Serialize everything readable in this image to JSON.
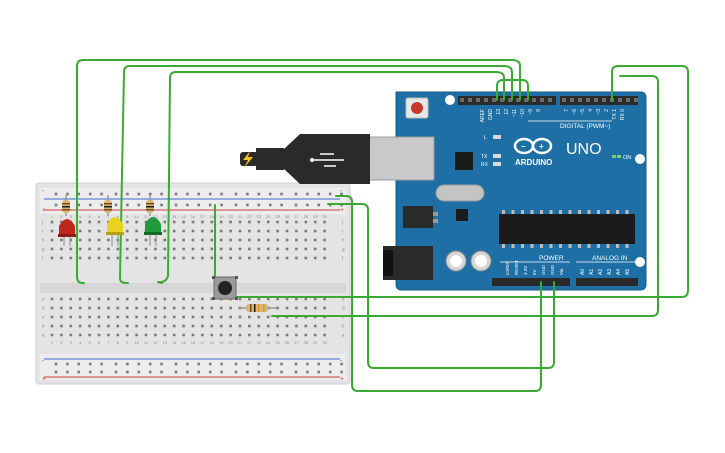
{
  "board": {
    "brand": "ARDUINO",
    "model": "UNO",
    "digital_header_label": "DIGITAL (PWM~)",
    "power_label": "POWER",
    "analog_label": "ANALOG IN",
    "on_label": "ON",
    "tx_label": "TX",
    "rx_label": "RX",
    "l_label": "L",
    "top_pins_left": [
      "AREF",
      "GND",
      "13",
      "12",
      "~11",
      "~10",
      "~9",
      "8"
    ],
    "top_pins_right": [
      "7",
      "~6",
      "~5",
      "4",
      "~3",
      "2",
      "TX 1",
      "RX 0"
    ],
    "power_pins": [
      "IOREF",
      "RESET",
      "3.3V",
      "5V",
      "GND",
      "GND",
      "Vin"
    ],
    "analog_pins": [
      "A0",
      "A1",
      "A2",
      "A3",
      "A4",
      "A5"
    ]
  },
  "breadboard": {
    "column_numbers": [
      "1",
      "2",
      "3",
      "4",
      "5",
      "6",
      "7",
      "8",
      "9",
      "10",
      "11",
      "12",
      "13",
      "14",
      "15",
      "16",
      "17",
      "18",
      "19",
      "20",
      "21",
      "22",
      "23",
      "24",
      "25",
      "26",
      "27",
      "28",
      "29",
      "30"
    ],
    "row_letters_top": [
      "j",
      "i",
      "h",
      "g",
      "f"
    ],
    "row_letters_bottom": [
      "e",
      "d",
      "c",
      "b",
      "a"
    ],
    "rail_plus": "+",
    "rail_minus": "-"
  },
  "leds": [
    {
      "name": "red-led",
      "color": "#c0281e"
    },
    {
      "name": "yellow-led",
      "color": "#e8d21d"
    },
    {
      "name": "green-led",
      "color": "#1f9a3a"
    }
  ],
  "colors": {
    "wire": "#3aaa35",
    "board": "#1d6fa5",
    "breadboard": "#e6e6e6",
    "rail_red": "#d13b3b",
    "rail_blue": "#3b6ad1"
  }
}
